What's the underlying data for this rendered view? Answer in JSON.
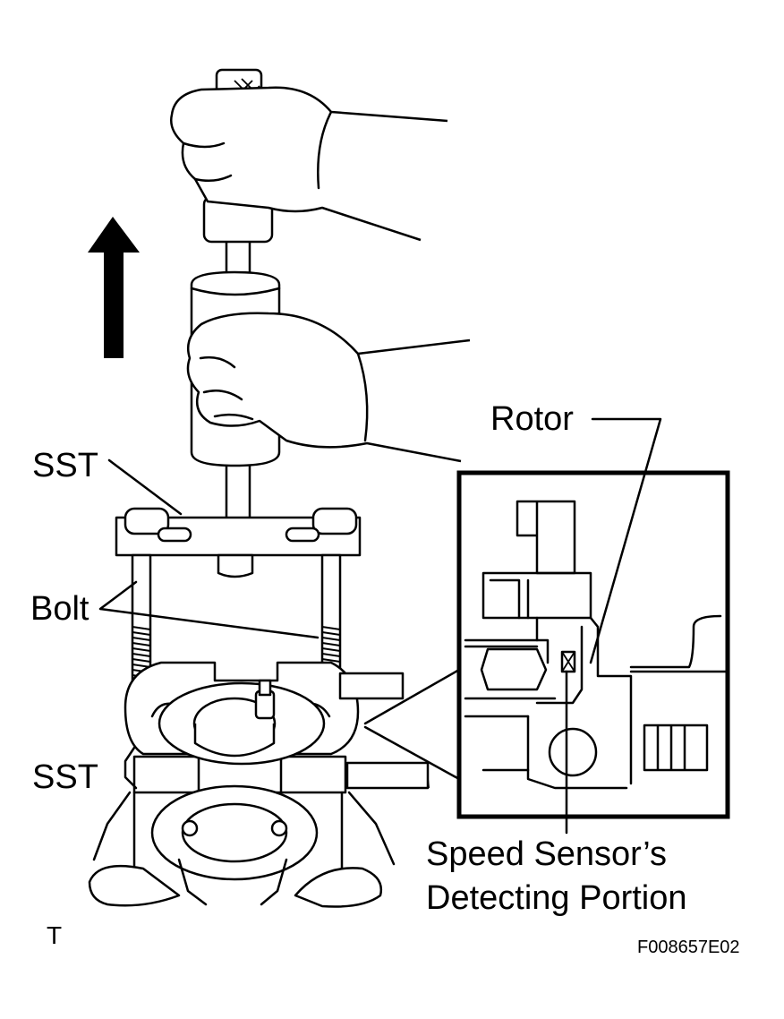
{
  "labels": {
    "sst_top": "SST",
    "bolt": "Bolt",
    "sst_bottom": "SST",
    "rotor": "Rotor",
    "speed_sensor_line1": "Speed Sensor’s",
    "speed_sensor_line2": "Detecting Portion",
    "corner_mark": "T",
    "figure_code": "F008657E02"
  },
  "arrow_direction": "up"
}
